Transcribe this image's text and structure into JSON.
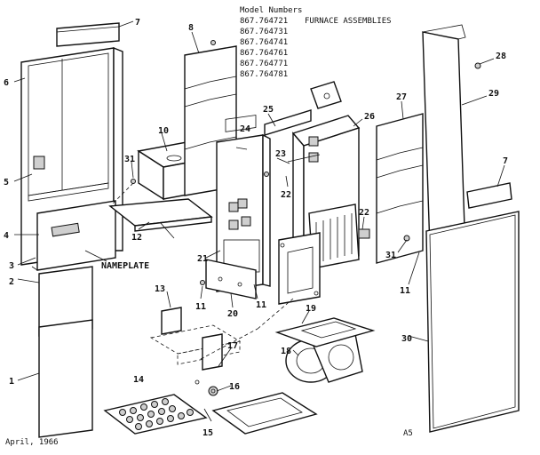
{
  "header": {
    "model_numbers_label": "Model Numbers",
    "assembly_title": "FURNACE ASSEMBLIES",
    "models": [
      "867.764721",
      "867.764731",
      "867.764741",
      "867.764761",
      "867.764771",
      "867.764781"
    ]
  },
  "callouts": {
    "c1": "1",
    "c2": "2",
    "c3": "3",
    "c4": "4",
    "c5": "5",
    "c6": "6",
    "c7a": "7",
    "c7b": "7",
    "c8": "8",
    "c10": "10",
    "c11a": "11",
    "c11b": "11",
    "c11c": "11",
    "c12": "12",
    "c13": "13",
    "c14": "14",
    "c15": "15",
    "c16": "16",
    "c17": "17",
    "c18": "18",
    "c19": "19",
    "c20": "20",
    "c21": "21",
    "c22a": "22",
    "c22b": "22",
    "c23": "23",
    "c24": "24",
    "c25": "25",
    "c26": "26",
    "c27": "27",
    "c28": "28",
    "c29": "29",
    "c30": "30",
    "c31a": "31",
    "c31b": "31"
  },
  "nameplate_label": "NAMEPLATE",
  "date_label": "April, 1966",
  "page_code": "A5"
}
